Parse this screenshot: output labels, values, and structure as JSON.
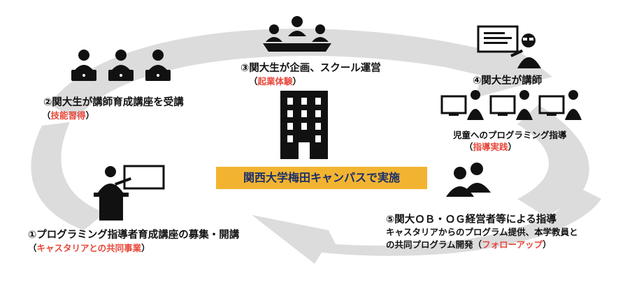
{
  "center": {
    "banner": "関西大学梅田キャンパスで実施",
    "banner_bg": "#f2b430",
    "banner_text_color": "#1b2f6b"
  },
  "steps": {
    "s1": {
      "title": "①プログラミング指導者育成講座の募集・開講",
      "highlight": "キャスタリアとの共同事業"
    },
    "s2": {
      "title": "②関大生が講師育成講座を受講",
      "highlight": "技能習得"
    },
    "s3": {
      "title": "③関大生が企画、スクール運営",
      "highlight": "起業体験"
    },
    "s4": {
      "title": "④関大生が講師",
      "subtitle": "児童へのプログラミング指導",
      "highlight": "指導実践"
    },
    "s5": {
      "title": "⑤関大ＯＢ・ＯＧ経営者等による指導",
      "line2": "キャスタリアからのプログラム提供、本学教員と",
      "line3_prefix": "の共同プログラム開発（",
      "line3_highlight": "フォローアップ",
      "line3_suffix": "）"
    }
  },
  "paren": {
    "open": "（",
    "close": "）"
  },
  "colors": {
    "accent_red": "#e8473a",
    "ring_gray": "#dcdcdc",
    "icon_black": "#111111"
  },
  "icons": [
    "students-with-laptops-icon",
    "meeting-table-icon",
    "teacher-presentation-icon",
    "children-at-computers-icon",
    "office-building-icon",
    "lecturer-at-podium-icon",
    "mentors-icon"
  ]
}
